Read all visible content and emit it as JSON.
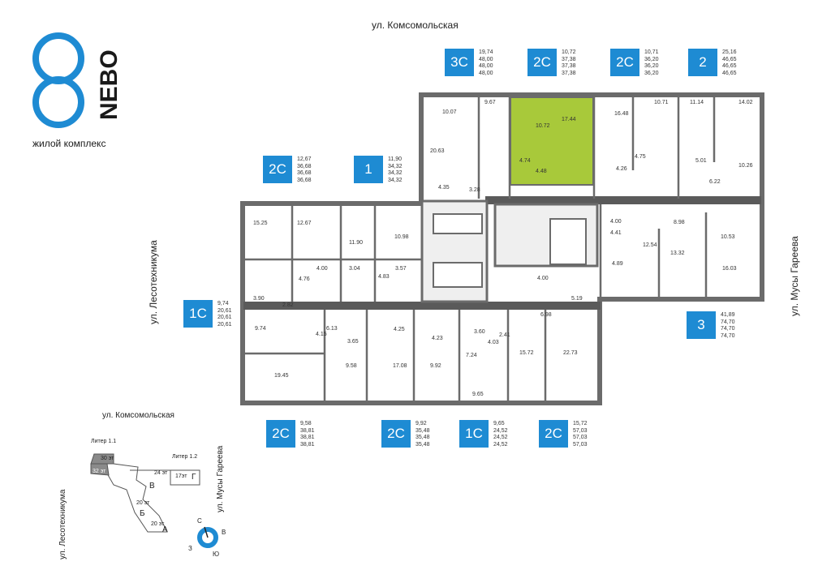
{
  "brand": {
    "name": "NEBO",
    "tagline": "жилой комплекс",
    "accent": "#1e8bd3",
    "highlight": "#a8c93a"
  },
  "streets": {
    "top": "ул. Комсомольская",
    "left": "ул. Лесотехникума",
    "right": "ул. Мусы Гареева"
  },
  "apartments": [
    {
      "id": "3c",
      "badge": "3С",
      "areas": [
        "19,74",
        "48,00",
        "48,00",
        "48,00"
      ]
    },
    {
      "id": "2c-a",
      "badge": "2С",
      "areas": [
        "10,72",
        "37,38",
        "37,38",
        "37,38"
      ]
    },
    {
      "id": "2c-b",
      "badge": "2С",
      "areas": [
        "10,71",
        "36,20",
        "36,20",
        "36,20"
      ]
    },
    {
      "id": "2",
      "badge": "2",
      "areas": [
        "25,16",
        "46,65",
        "46,65",
        "46,65"
      ]
    },
    {
      "id": "2c-c",
      "badge": "2С",
      "areas": [
        "12,67",
        "36,68",
        "36,68",
        "36,68"
      ]
    },
    {
      "id": "1",
      "badge": "1",
      "areas": [
        "11,90",
        "34,32",
        "34,32",
        "34,32"
      ]
    },
    {
      "id": "1c-a",
      "badge": "1С",
      "areas": [
        "9,74",
        "20,61",
        "20,61",
        "20,61"
      ]
    },
    {
      "id": "3",
      "badge": "3",
      "areas": [
        "41,89",
        "74,70",
        "74,70",
        "74,70"
      ]
    },
    {
      "id": "2c-d",
      "badge": "2С",
      "areas": [
        "9,58",
        "38,81",
        "38,81",
        "38,81"
      ]
    },
    {
      "id": "2c-e",
      "badge": "2С",
      "areas": [
        "9,92",
        "35,48",
        "35,48",
        "35,48"
      ]
    },
    {
      "id": "1c-b",
      "badge": "1С",
      "areas": [
        "9,65",
        "24,52",
        "24,52",
        "24,52"
      ]
    },
    {
      "id": "2c-f",
      "badge": "2С",
      "areas": [
        "15,72",
        "57,03",
        "57,03",
        "57,03"
      ]
    }
  ],
  "room_labels": [
    "10.07",
    "9.67",
    "10.72",
    "17.44",
    "16.48",
    "10.71",
    "11.14",
    "14.02",
    "20.63",
    "4.74",
    "4.48",
    "4.26",
    "4.75",
    "5.01",
    "10.26",
    "6.22",
    "4.35",
    "3.28",
    "15.25",
    "12.67",
    "11.90",
    "10.98",
    "4.00",
    "8.98",
    "4.41",
    "10.53",
    "12.54",
    "13.32",
    "4.00",
    "3.04",
    "3.57",
    "4.76",
    "4.83",
    "4.89",
    "16.03",
    "4.00",
    "3.90",
    "2.82",
    "5.19",
    "6.98",
    "9.74",
    "4.15",
    "6.13",
    "3.65",
    "4.25",
    "4.23",
    "3.60",
    "4.03",
    "2.41",
    "7.24",
    "15.72",
    "22.73",
    "19.45",
    "9.58",
    "17.08",
    "9.92",
    "9.65"
  ],
  "site_plan": {
    "street_top": "ул. Комсомольская",
    "street_left": "ул. Лесотехникума",
    "street_right": "ул. Мусы Гареева",
    "liter_1": "Литер 1.1",
    "liter_2": "Литер 1.2",
    "sections": [
      "В",
      "Б",
      "А",
      "Г"
    ],
    "floors": [
      "30 эт",
      "32 эт",
      "24 эт",
      "17эт",
      "20 эт",
      "20 эт"
    ]
  },
  "compass": {
    "n": "С",
    "e": "В",
    "s": "Ю",
    "w": "З"
  }
}
